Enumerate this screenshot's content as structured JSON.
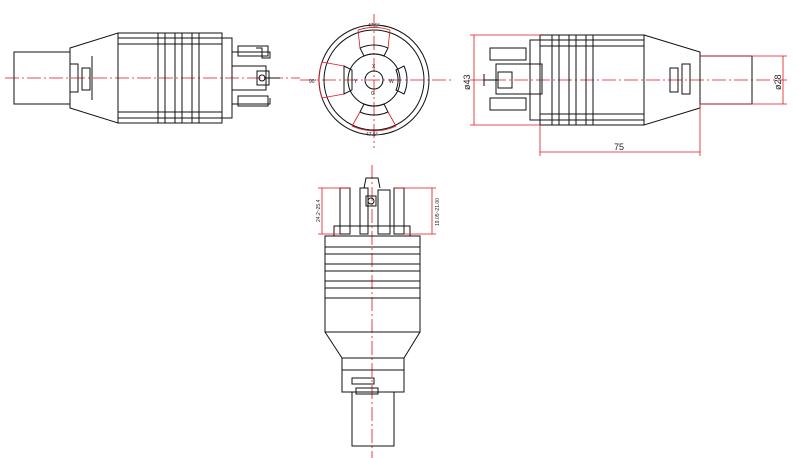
{
  "colors": {
    "outline": "#111111",
    "dimension": "#e0141e",
    "background": "#ffffff"
  },
  "dimensions": {
    "length": "75",
    "body_diameter": "ø43",
    "cable_diameter": "ø28",
    "pin_length": "24.2~25.4",
    "ground_pin_length": "19.05~21.00",
    "angle_top": "47.5°",
    "angle_left": "90°",
    "angle_bottom": "47.5°"
  },
  "pin_labels": {
    "g": "G",
    "x": "X",
    "y": "Y",
    "w": "W"
  }
}
